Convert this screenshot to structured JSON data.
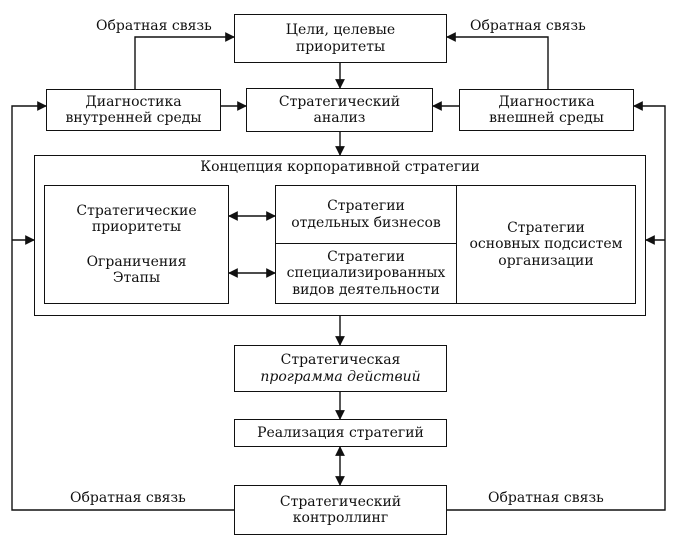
{
  "nodes": {
    "goals": "Цели, целевые\nприоритеты",
    "strategic_analysis": "Стратегический\nанализ",
    "internal_diagnostics": "Диагностика\nвнутренней среды",
    "external_diagnostics": "Диагностика\nвнешней среды",
    "concept_title": "Концепция корпоративной стратегии",
    "priorities": "Стратегические\nприоритеты",
    "limits_stages": "Ограничения\nЭтапы",
    "business_strategies": "Стратегии\nотдельных бизнесов",
    "specialized_strategies": "Стратегии\nспециализированных\nвидов деятельности",
    "subsystem_strategies": "Стратегии\nосновных подсистем\nорганизации",
    "program_line1": "Стратегическая",
    "program_line2": "программа действий",
    "implementation": "Реализация стратегий",
    "controlling": "Стратегический\nконтроллинг"
  },
  "feedback": {
    "top_left": "Обратная связь",
    "top_right": "Обратная связь",
    "bottom_left": "Обратная связь",
    "bottom_right": "Обратная связь"
  },
  "colors": {
    "line": "#111111",
    "background": "#ffffff"
  }
}
